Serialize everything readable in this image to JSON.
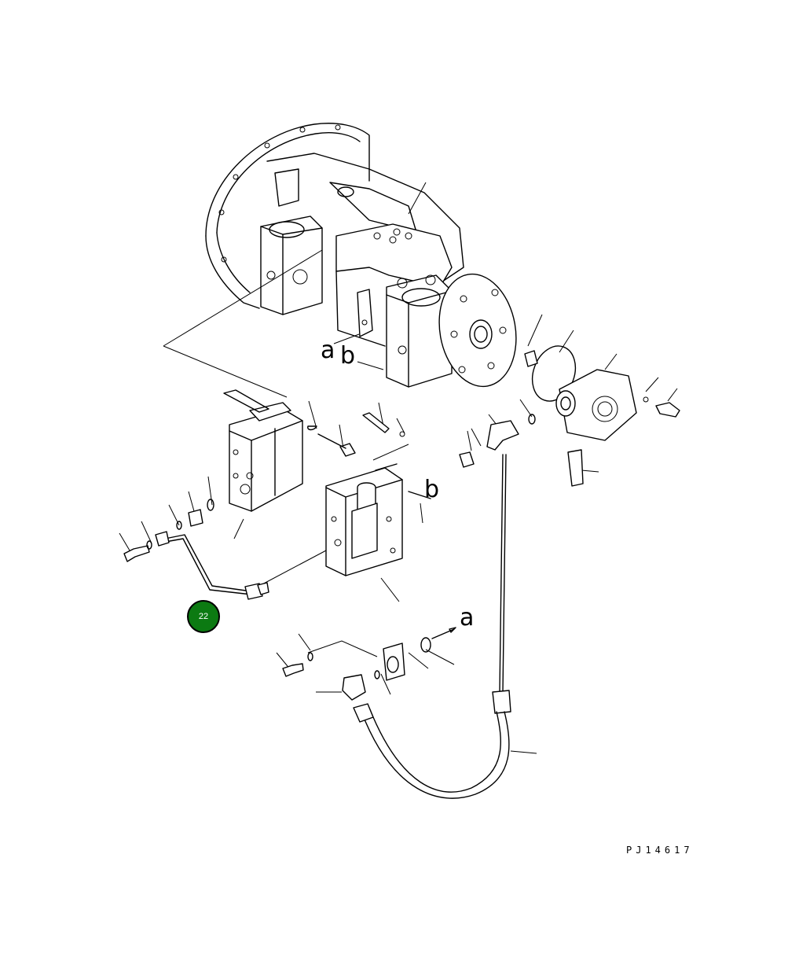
{
  "diagram": {
    "code": "PJ14617",
    "callouts": [
      {
        "label": "22",
        "color": "#0c7a12"
      }
    ],
    "letters": [
      "a",
      "b",
      "b",
      "a"
    ]
  }
}
